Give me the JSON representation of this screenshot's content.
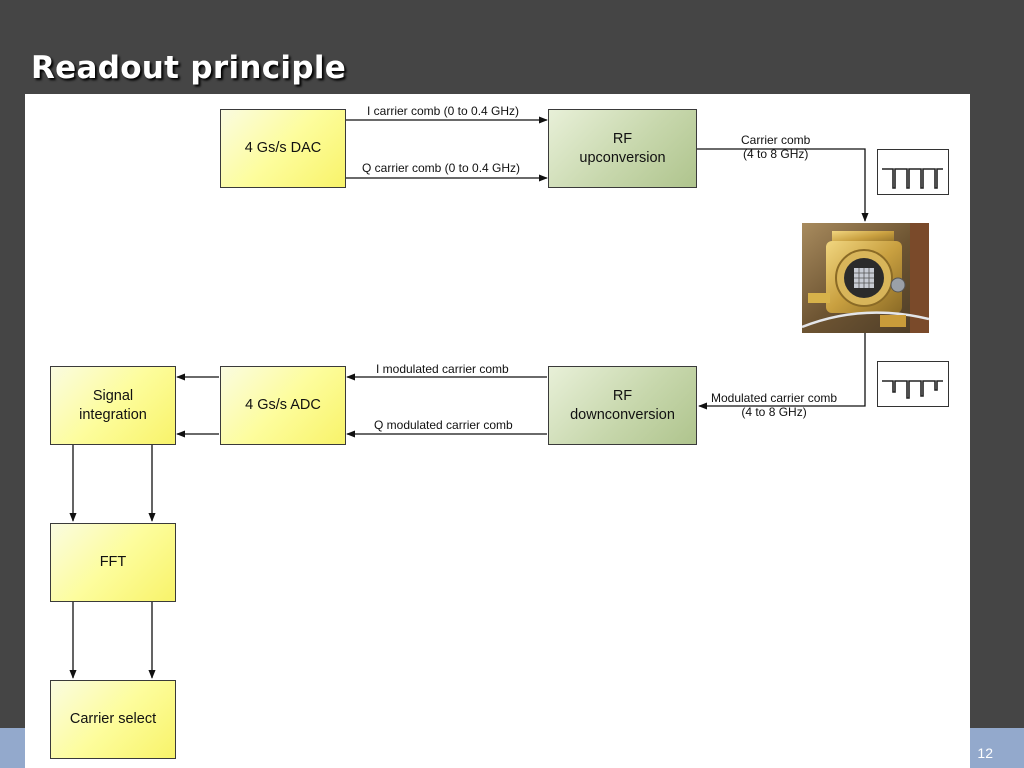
{
  "slide": {
    "title": "Readout principle",
    "page_number": "12"
  },
  "diagram": {
    "boxes": {
      "dac": "4 Gs/s DAC",
      "rf_up": "RF\nupconversion",
      "adc": "4 Gs/s ADC",
      "rf_down": "RF\ndownconversion",
      "signal_integration": "Signal\nintegration",
      "fft": "FFT",
      "carrier_select": "Carrier select"
    },
    "labels": {
      "i_carrier": "I carrier comb (0 to 0.4 GHz)",
      "q_carrier": "Q carrier comb (0 to 0.4 GHz)",
      "carrier_comb": "Carrier comb\n(4 to 8 GHz)",
      "i_modulated": "I modulated carrier comb",
      "q_modulated": "Q modulated carrier comb",
      "modulated_comb": "Modulated carrier comb\n(4 to 8 GHz)"
    },
    "colors": {
      "dsp_block": "#fdfd9c",
      "rf_block": "#c7d7ac"
    }
  }
}
